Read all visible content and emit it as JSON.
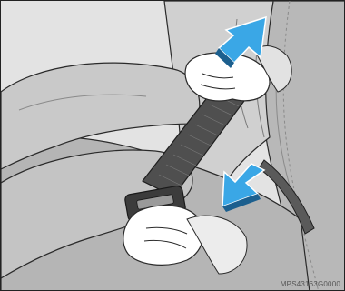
{
  "illustration": {
    "code": "MPS43163G0000",
    "colors": {
      "background": "#e3e3e3",
      "outline": "#2a2a2a",
      "seat": "#b5b5b5",
      "belt": "#4f4f4f",
      "arrow": "#3aa7e6"
    },
    "arrows": [
      {
        "name": "pull-up-arrow",
        "direction": "up-right"
      },
      {
        "name": "push-down-arrow",
        "direction": "down-left"
      }
    ]
  }
}
